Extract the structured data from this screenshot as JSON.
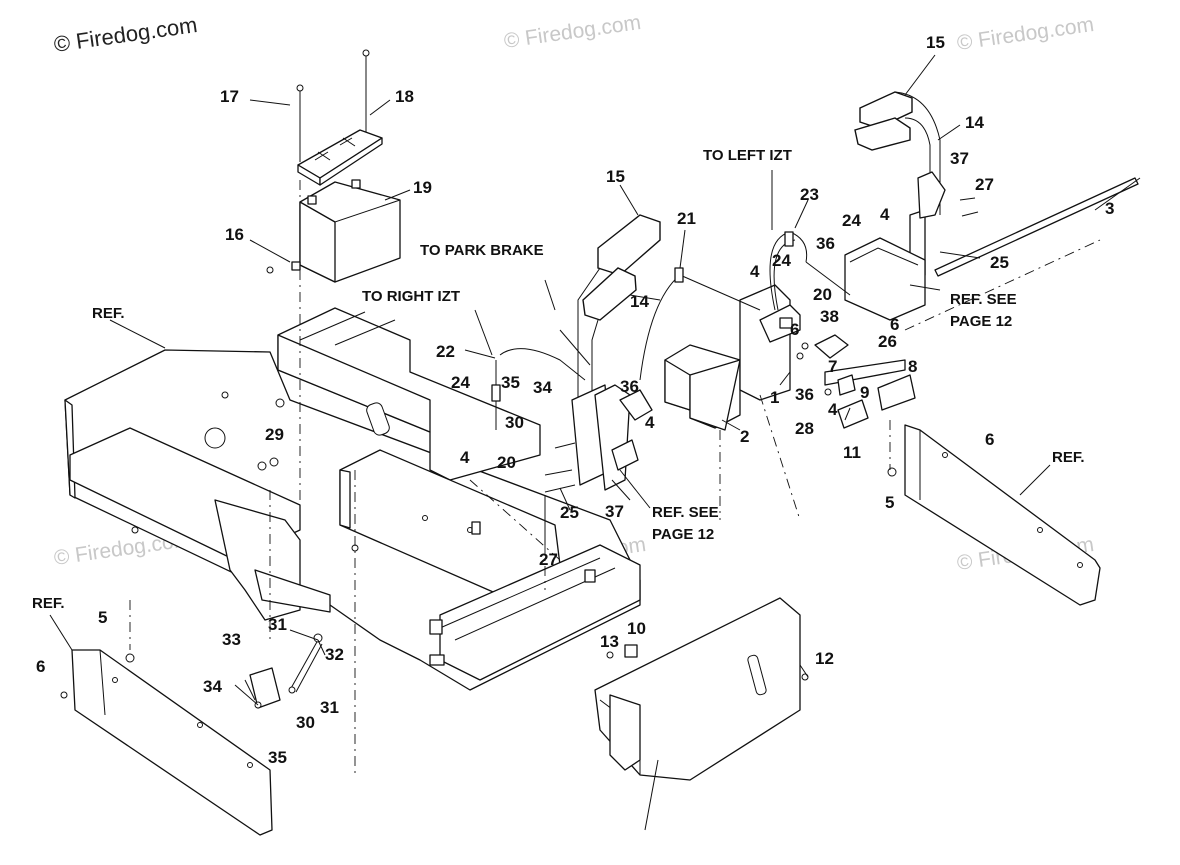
{
  "watermark": {
    "main": "© Firedog.com",
    "faint": "© Firedog.com"
  },
  "callouts": [
    {
      "id": "c17",
      "text": "17"
    },
    {
      "id": "c18",
      "text": "18"
    },
    {
      "id": "c19",
      "text": "19"
    },
    {
      "id": "c16",
      "text": "16"
    },
    {
      "id": "c15a",
      "text": "15"
    },
    {
      "id": "c15b",
      "text": "15"
    },
    {
      "id": "c14a",
      "text": "14"
    },
    {
      "id": "c14b",
      "text": "14"
    },
    {
      "id": "c21",
      "text": "21"
    },
    {
      "id": "c22",
      "text": "22"
    },
    {
      "id": "c23",
      "text": "23"
    },
    {
      "id": "c24a",
      "text": "24"
    },
    {
      "id": "c24b",
      "text": "24"
    },
    {
      "id": "c24c",
      "text": "24"
    },
    {
      "id": "c4a",
      "text": "4"
    },
    {
      "id": "c4b",
      "text": "4"
    },
    {
      "id": "c4c",
      "text": "4"
    },
    {
      "id": "c4d",
      "text": "4"
    },
    {
      "id": "c4e",
      "text": "4"
    },
    {
      "id": "c36a",
      "text": "36"
    },
    {
      "id": "c36b",
      "text": "36"
    },
    {
      "id": "c36c",
      "text": "36"
    },
    {
      "id": "c20a",
      "text": "20"
    },
    {
      "id": "c20b",
      "text": "20"
    },
    {
      "id": "c6a",
      "text": "6"
    },
    {
      "id": "c6b",
      "text": "6"
    },
    {
      "id": "c6c",
      "text": "6"
    },
    {
      "id": "c6d",
      "text": "6"
    },
    {
      "id": "c38",
      "text": "38"
    },
    {
      "id": "c26",
      "text": "26"
    },
    {
      "id": "c7",
      "text": "7"
    },
    {
      "id": "c8",
      "text": "8"
    },
    {
      "id": "c9",
      "text": "9"
    },
    {
      "id": "c1",
      "text": "1"
    },
    {
      "id": "c2",
      "text": "2"
    },
    {
      "id": "c28",
      "text": "28"
    },
    {
      "id": "c11",
      "text": "11"
    },
    {
      "id": "c5a",
      "text": "5"
    },
    {
      "id": "c5b",
      "text": "5"
    },
    {
      "id": "c3",
      "text": "3"
    },
    {
      "id": "c25a",
      "text": "25"
    },
    {
      "id": "c25b",
      "text": "25"
    },
    {
      "id": "c37a",
      "text": "37"
    },
    {
      "id": "c37b",
      "text": "37"
    },
    {
      "id": "c27a",
      "text": "27"
    },
    {
      "id": "c27b",
      "text": "27"
    },
    {
      "id": "c35a",
      "text": "35"
    },
    {
      "id": "c35b",
      "text": "35"
    },
    {
      "id": "c34a",
      "text": "34"
    },
    {
      "id": "c34b",
      "text": "34"
    },
    {
      "id": "c30a",
      "text": "30"
    },
    {
      "id": "c30b",
      "text": "30"
    },
    {
      "id": "c29",
      "text": "29"
    },
    {
      "id": "c31a",
      "text": "31"
    },
    {
      "id": "c31b",
      "text": "31"
    },
    {
      "id": "c32",
      "text": "32"
    },
    {
      "id": "c33",
      "text": "33"
    },
    {
      "id": "c13",
      "text": "13"
    },
    {
      "id": "c10",
      "text": "10"
    },
    {
      "id": "c12",
      "text": "12"
    }
  ],
  "notes": {
    "to_left_izt": "TO LEFT IZT",
    "to_park_brake": "TO PARK BRAKE",
    "to_right_izt": "TO RIGHT IZT",
    "ref_frame": "REF.",
    "ref_right_panel": "REF.",
    "ref_left_panel": "REF.",
    "ref_see_right_1": "REF. SEE",
    "ref_see_right_2": "PAGE 12",
    "ref_see_center_1": "REF. SEE",
    "ref_see_center_2": "PAGE 12"
  }
}
